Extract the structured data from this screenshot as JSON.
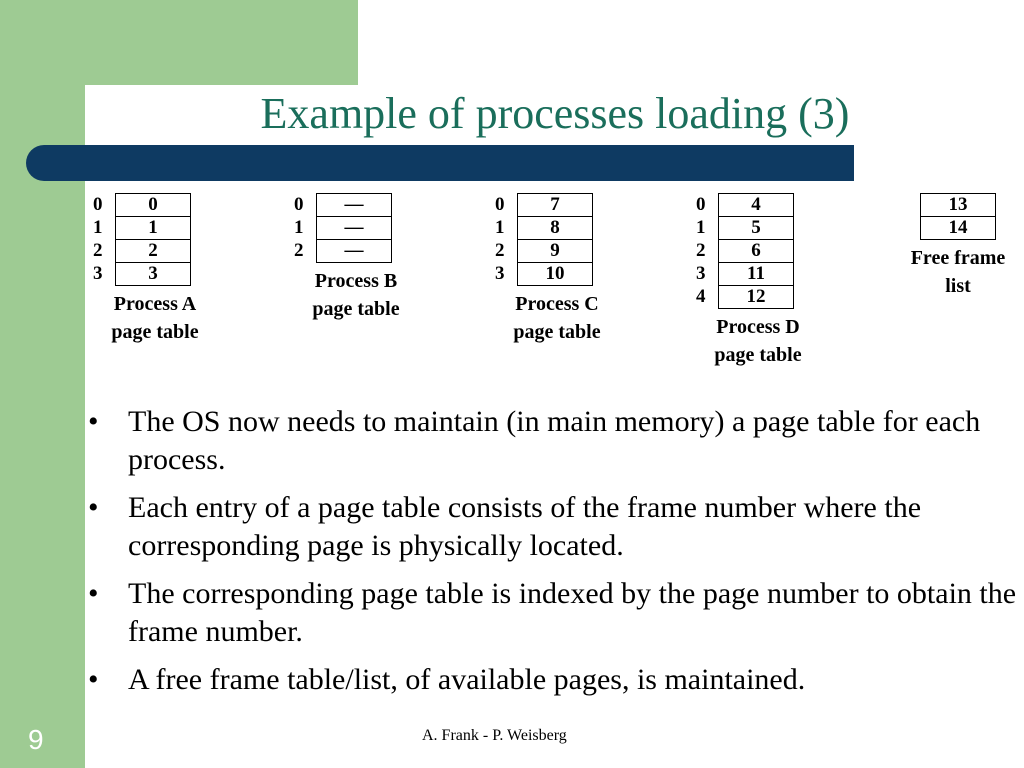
{
  "title": "Example of processes loading (3)",
  "tables": [
    {
      "rows": [
        {
          "index": "0",
          "value": "0"
        },
        {
          "index": "1",
          "value": "1"
        },
        {
          "index": "2",
          "value": "2"
        },
        {
          "index": "3",
          "value": "3"
        }
      ],
      "caption_line1": "Process A",
      "caption_line2": "page table"
    },
    {
      "rows": [
        {
          "index": "0",
          "value": "—"
        },
        {
          "index": "1",
          "value": "—"
        },
        {
          "index": "2",
          "value": "—"
        }
      ],
      "caption_line1": "Process B",
      "caption_line2": "page table"
    },
    {
      "rows": [
        {
          "index": "0",
          "value": "7"
        },
        {
          "index": "1",
          "value": "8"
        },
        {
          "index": "2",
          "value": "9"
        },
        {
          "index": "3",
          "value": "10"
        }
      ],
      "caption_line1": "Process C",
      "caption_line2": "page table"
    },
    {
      "rows": [
        {
          "index": "0",
          "value": "4"
        },
        {
          "index": "1",
          "value": "5"
        },
        {
          "index": "2",
          "value": "6"
        },
        {
          "index": "3",
          "value": "11"
        },
        {
          "index": "4",
          "value": "12"
        }
      ],
      "caption_line1": "Process D",
      "caption_line2": "page table"
    }
  ],
  "free_list": {
    "values": [
      "13",
      "14"
    ],
    "caption_line1": "Free frame",
    "caption_line2": "list"
  },
  "bullets": [
    {
      "symbol": "•",
      "text": "The OS now needs to maintain (in main memory) a page table for each process."
    },
    {
      "symbol": "•",
      "text": "Each entry of a page table consists of the frame number where the corresponding page is physically located."
    },
    {
      "symbol": "•",
      "text": "The corresponding page table is indexed by the page number to obtain the frame number."
    },
    {
      "symbol": "•",
      "text": "A free frame table/list, of available pages, is maintained."
    }
  ],
  "slide_number": "9",
  "footer": "A. Frank - P. Weisberg",
  "colors": {
    "sidebar_green": "#9ecb93",
    "title_teal": "#1a6e5b",
    "title_bar_navy": "#0e3a62"
  }
}
